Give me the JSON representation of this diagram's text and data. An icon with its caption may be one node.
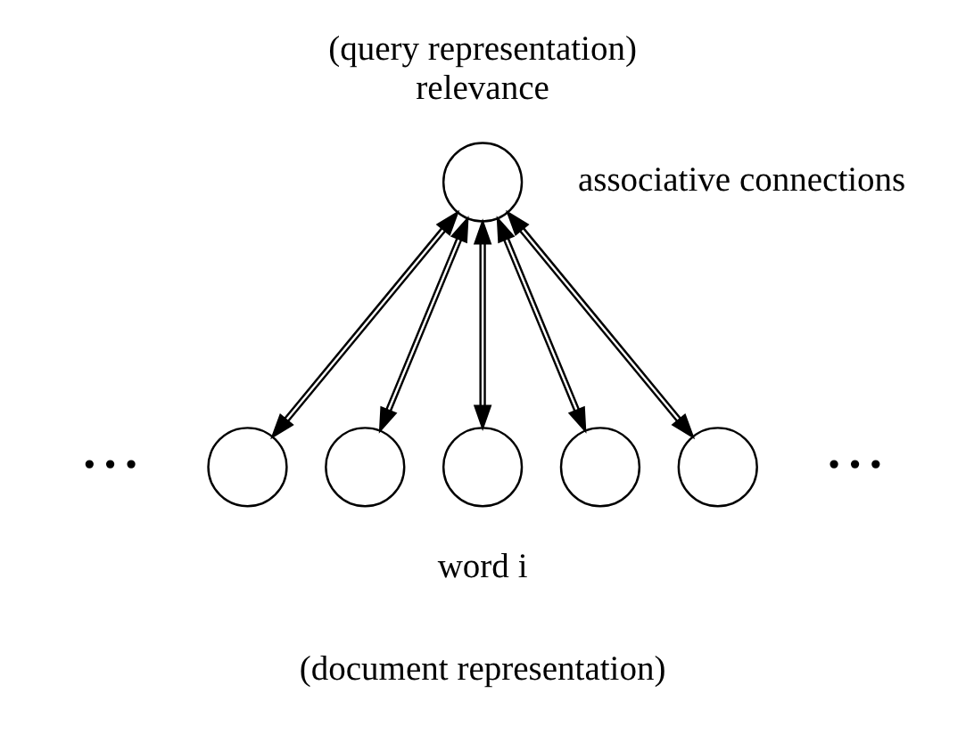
{
  "diagram": {
    "nodes": [
      {
        "text": [],
        "shape": "circle",
        "beside": [
          "(query representation)",
          "relevance"
        ]
      },
      {
        "text": [],
        "shape": "circle"
      },
      {
        "text": [],
        "shape": "circle"
      },
      {
        "text": [],
        "shape": "circle",
        "beside": [
          "word i"
        ]
      },
      {
        "text": [],
        "shape": "circle"
      },
      {
        "text": [],
        "shape": "circle"
      }
    ],
    "edges": [
      {
        "from": 1,
        "to": 0,
        "arrow": "both"
      },
      {
        "from": 2,
        "to": 0,
        "arrow": "both"
      },
      {
        "from": 3,
        "to": 0,
        "arrow": "both"
      },
      {
        "from": 4,
        "to": 0,
        "arrow": "both"
      },
      {
        "from": 5,
        "to": 0,
        "arrow": "both"
      }
    ],
    "labels": [
      "associative connections",
      "• • •",
      "• • •",
      "(document representation)"
    ]
  }
}
